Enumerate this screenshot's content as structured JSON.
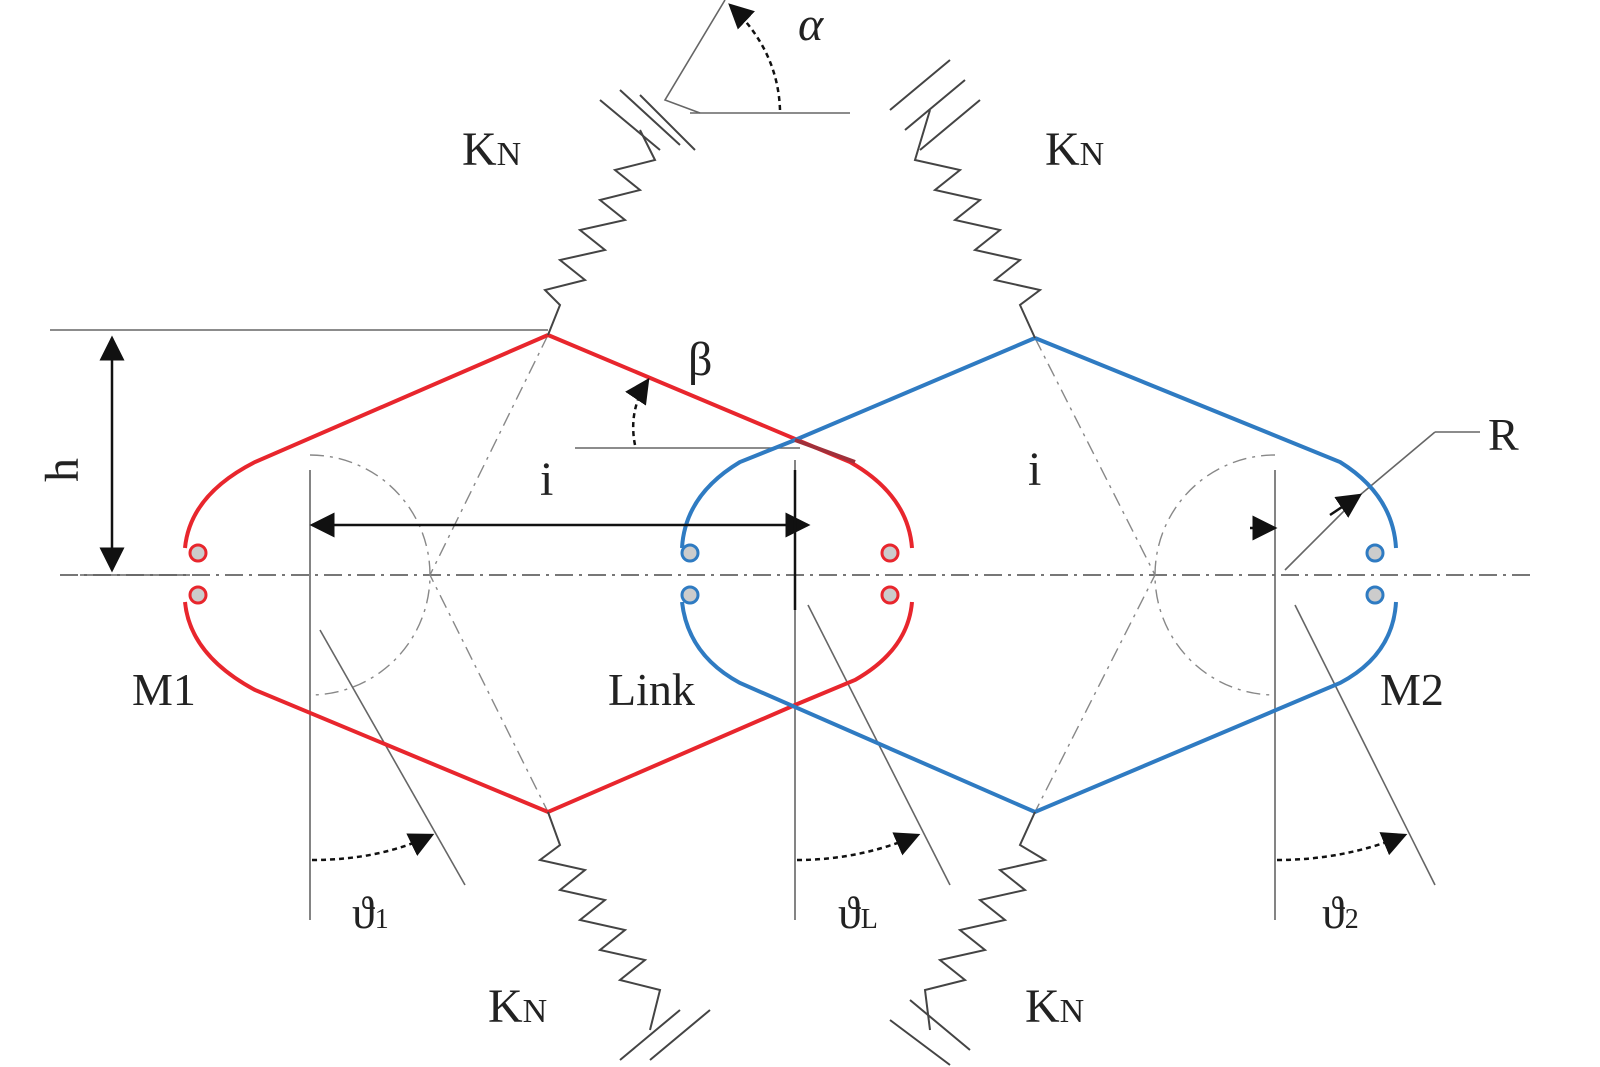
{
  "labels": {
    "alpha": "α",
    "beta": "β",
    "h": "h",
    "i_left": "i",
    "i_right": "i",
    "R": "R",
    "M1": "M1",
    "Link": "Link",
    "M2": "M2",
    "K": "K",
    "N": "N",
    "theta": "ϑ",
    "theta1_sub": "1",
    "thetaL_sub": "L",
    "theta2_sub": "2"
  },
  "colors": {
    "left_element": "#e8262d",
    "right_element": "#2f7bc2",
    "lines": "#333333"
  }
}
